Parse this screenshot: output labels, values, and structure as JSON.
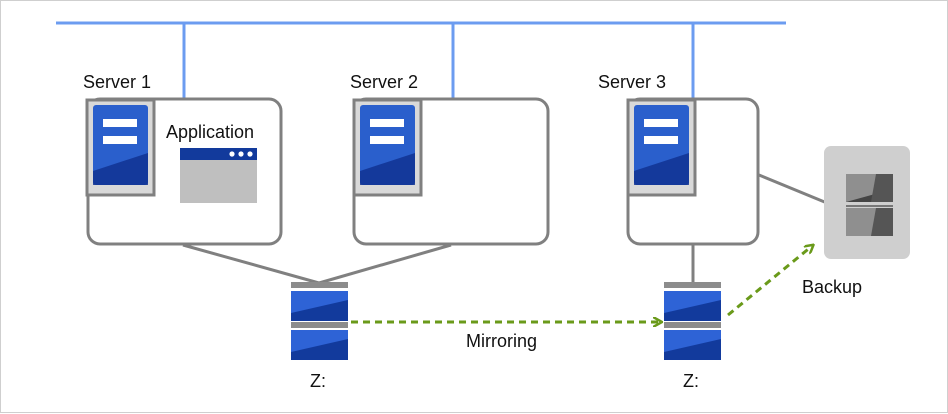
{
  "servers": [
    {
      "label": "Server 1"
    },
    {
      "label": "Server 2"
    },
    {
      "label": "Server 3"
    }
  ],
  "application_label": "Application",
  "mirroring_label": "Mirroring",
  "backup_label": "Backup",
  "disks": [
    {
      "label": "Z:"
    },
    {
      "label": "Z:"
    }
  ],
  "colors": {
    "network": "#6c9cf0",
    "server_blue": "#2a5fcc",
    "server_dark": "#0f2f8f",
    "disk_blue": "#2e63d6",
    "disk_dark": "#123a9c",
    "mirror_arrow": "#6a9a1a",
    "backup_device": "#cfcfcf",
    "connector": "#808080"
  }
}
